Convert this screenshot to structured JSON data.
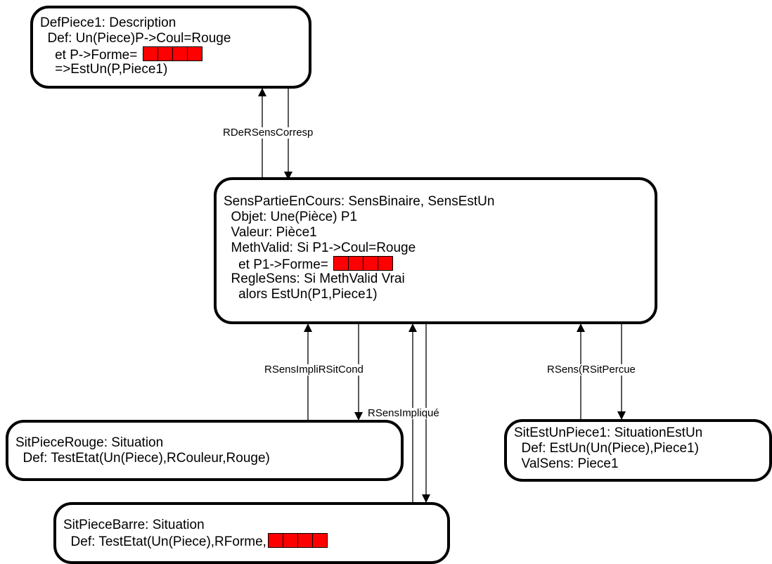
{
  "nodes": {
    "defpiece1": {
      "lines": [
        "DefPiece1: Description",
        "  Def: Un(Piece)P->Coul=Rouge",
        "    et P->Forme= ",
        "    =>EstUn(P,Piece1)"
      ]
    },
    "sens": {
      "lines": [
        "SensPartieEnCours: SensBinaire, SensEstUn",
        "  Objet: Une(Pièce) P1",
        "  Valeur: Pièce1",
        "  MethValid: Si P1->Coul=Rouge",
        "    et P1->Forme= ",
        "  RegleSens: Si MethValid Vrai",
        "    alors EstUn(P1,Piece1)"
      ]
    },
    "rouge": {
      "lines": [
        "SitPieceRouge: Situation",
        "  Def: TestEtat(Un(Piece),RCouleur,Rouge)"
      ]
    },
    "barre": {
      "lines": [
        "SitPieceBarre: Situation",
        "  Def: TestEtat(Un(Piece),RForme,"
      ]
    },
    "estun": {
      "lines": [
        "SitEstUnPiece1: SituationEstUn",
        "  Def: EstUn(Un(Piece),Piece1)",
        "  ValSens: Piece1"
      ]
    }
  },
  "edge_labels": {
    "top": "RDeRSensCorresp",
    "left": "RSensImpliRSitCond",
    "mid": "RSensImpliqué",
    "right": "RSens(RSitPercue"
  },
  "colors": {
    "pattern_fill": "#ff0000",
    "stroke": "#000000"
  }
}
